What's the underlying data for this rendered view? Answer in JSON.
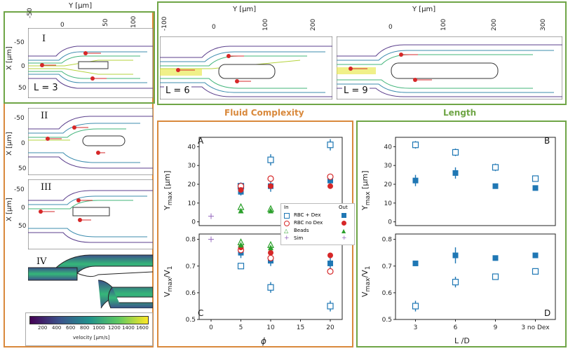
{
  "colors": {
    "orange": "#d9893c",
    "green": "#6fa546",
    "blue_marker": "#1f77b4",
    "red_marker": "#d62728",
    "green_marker": "#2ca02c",
    "purple_marker": "#9467bd"
  },
  "top_axis": {
    "label": "Y [μm]",
    "ticks_I": [
      "-50",
      "0",
      "50",
      "100"
    ],
    "ticks_6": [
      "-100",
      "0",
      "100",
      "200"
    ],
    "ticks_9": [
      "0",
      "100",
      "200",
      "300"
    ]
  },
  "left_axis": {
    "label": "X [μm]",
    "ticks_I": [
      "-50",
      "0",
      "50"
    ],
    "ticks_II": [
      "-50",
      "0",
      "50"
    ],
    "ticks_III": [
      "-50",
      "0",
      "50"
    ]
  },
  "sim_panels": {
    "I": "I",
    "II": "II",
    "III": "III",
    "IV": "IV",
    "L3": "L = 3",
    "L6": "L = 6",
    "L9": "L = 9"
  },
  "colorbar": {
    "ticks": [
      "200",
      "400",
      "600",
      "800",
      "1000",
      "1200",
      "1400",
      "1600"
    ],
    "label": "velocity [μm/s]"
  },
  "sections": {
    "fluid": "Fluid Complexity",
    "length": "Length"
  },
  "legend": {
    "in": "In",
    "out": "Out",
    "entries": [
      "RBC + Dex",
      "RBC no Dex",
      "Beads",
      "Sim"
    ]
  },
  "panel_letters": {
    "A": "A",
    "B": "B",
    "C": "C",
    "D": "D"
  },
  "chart_data": [
    {
      "type": "scatter",
      "panel": "A",
      "xlabel": "",
      "ylabel": "Y_max [μm]",
      "xlim": [
        -2,
        22
      ],
      "ylim": [
        -2,
        45
      ],
      "yticks": [
        "0",
        "10",
        "20",
        "30",
        "40"
      ],
      "series": [
        {
          "name": "RBC + Dex In",
          "marker": "open-square",
          "color": "#1f77b4",
          "x": [
            5,
            10,
            20
          ],
          "y": [
            19,
            33,
            41
          ],
          "err": [
            2,
            3,
            3
          ]
        },
        {
          "name": "RBC + Dex Out",
          "marker": "filled-square",
          "color": "#1f77b4",
          "x": [
            5,
            10,
            20
          ],
          "y": [
            16,
            19,
            22
          ],
          "err": [
            2,
            3,
            2
          ]
        },
        {
          "name": "RBC no Dex In",
          "marker": "open-circle",
          "color": "#d62728",
          "x": [
            5,
            10,
            20
          ],
          "y": [
            19,
            23,
            24
          ],
          "err": [
            1,
            1,
            1
          ]
        },
        {
          "name": "RBC no Dex Out",
          "marker": "filled-circle",
          "color": "#d62728",
          "x": [
            5,
            10,
            20
          ],
          "y": [
            17,
            19,
            19
          ],
          "err": [
            1,
            1,
            1
          ]
        },
        {
          "name": "Beads In",
          "marker": "open-triangle",
          "color": "#2ca02c",
          "x": [
            5,
            10
          ],
          "y": [
            8,
            7
          ],
          "err": [
            0,
            0
          ]
        },
        {
          "name": "Beads Out",
          "marker": "filled-triangle",
          "color": "#2ca02c",
          "x": [
            5,
            10
          ],
          "y": [
            6,
            6
          ],
          "err": [
            0,
            0
          ]
        },
        {
          "name": "Sim In",
          "marker": "plus",
          "color": "#9467bd",
          "x": [
            0
          ],
          "y": [
            3
          ],
          "err": [
            0
          ]
        }
      ]
    },
    {
      "type": "scatter",
      "panel": "C",
      "xlabel": "ϕ",
      "ylabel": "V_max/V_1",
      "xlim": [
        -2,
        22
      ],
      "ylim": [
        0.5,
        0.82
      ],
      "xticks": [
        "0",
        "5",
        "10",
        "15",
        "20"
      ],
      "yticks": [
        "0.5",
        "0.6",
        "0.7",
        "0.8"
      ],
      "series": [
        {
          "name": "RBC + Dex In",
          "marker": "open-square",
          "color": "#1f77b4",
          "x": [
            5,
            10,
            20
          ],
          "y": [
            0.7,
            0.62,
            0.55
          ],
          "err": [
            0.01,
            0.02,
            0.02
          ]
        },
        {
          "name": "RBC + Dex Out",
          "marker": "filled-square",
          "color": "#1f77b4",
          "x": [
            5,
            10,
            20
          ],
          "y": [
            0.75,
            0.72,
            0.71
          ],
          "err": [
            0.02,
            0.02,
            0.02
          ]
        },
        {
          "name": "RBC no Dex In",
          "marker": "open-circle",
          "color": "#d62728",
          "x": [
            5,
            10,
            20
          ],
          "y": [
            0.76,
            0.73,
            0.68
          ],
          "err": [
            0.01,
            0.01,
            0.01
          ]
        },
        {
          "name": "RBC no Dex Out",
          "marker": "filled-circle",
          "color": "#d62728",
          "x": [
            5,
            10,
            20
          ],
          "y": [
            0.77,
            0.75,
            0.74
          ],
          "err": [
            0.01,
            0.01,
            0.01
          ]
        },
        {
          "name": "Beads In",
          "marker": "open-triangle",
          "color": "#2ca02c",
          "x": [
            5,
            10
          ],
          "y": [
            0.79,
            0.78
          ],
          "err": [
            0,
            0
          ]
        },
        {
          "name": "Beads Out",
          "marker": "filled-triangle",
          "color": "#2ca02c",
          "x": [
            5,
            10
          ],
          "y": [
            0.78,
            0.77
          ],
          "err": [
            0,
            0
          ]
        },
        {
          "name": "Sim In",
          "marker": "plus",
          "color": "#9467bd",
          "x": [
            0
          ],
          "y": [
            0.8
          ],
          "err": [
            0
          ]
        }
      ]
    },
    {
      "type": "scatter",
      "panel": "B",
      "xlabel": "",
      "ylabel": "Y_max [μm]",
      "categories": [
        "3",
        "6",
        "9",
        "3 no Dex"
      ],
      "ylim": [
        -2,
        45
      ],
      "yticks": [
        "0",
        "10",
        "20",
        "30",
        "40"
      ],
      "series": [
        {
          "name": "RBC + Dex In",
          "marker": "open-square",
          "color": "#1f77b4",
          "y": [
            41,
            37,
            29,
            23
          ],
          "err": [
            2,
            2,
            2,
            1
          ]
        },
        {
          "name": "RBC + Dex Out",
          "marker": "filled-square",
          "color": "#1f77b4",
          "y": [
            22,
            26,
            19,
            18
          ],
          "err": [
            3,
            3,
            1,
            1
          ]
        }
      ]
    },
    {
      "type": "scatter",
      "panel": "D",
      "xlabel": "L /D",
      "ylabel": "V_max/V_1",
      "categories": [
        "3",
        "6",
        "9",
        "3 no Dex"
      ],
      "ylim": [
        0.5,
        0.82
      ],
      "yticks": [
        "0.5",
        "0.6",
        "0.7",
        "0.8"
      ],
      "series": [
        {
          "name": "RBC + Dex In",
          "marker": "open-square",
          "color": "#1f77b4",
          "y": [
            0.55,
            0.64,
            0.66,
            0.68
          ],
          "err": [
            0.02,
            0.02,
            0.01,
            0.005
          ]
        },
        {
          "name": "RBC + Dex Out",
          "marker": "filled-square",
          "color": "#1f77b4",
          "y": [
            0.71,
            0.74,
            0.73,
            0.74
          ],
          "err": [
            0.01,
            0.03,
            0.01,
            0.005
          ]
        }
      ]
    }
  ]
}
